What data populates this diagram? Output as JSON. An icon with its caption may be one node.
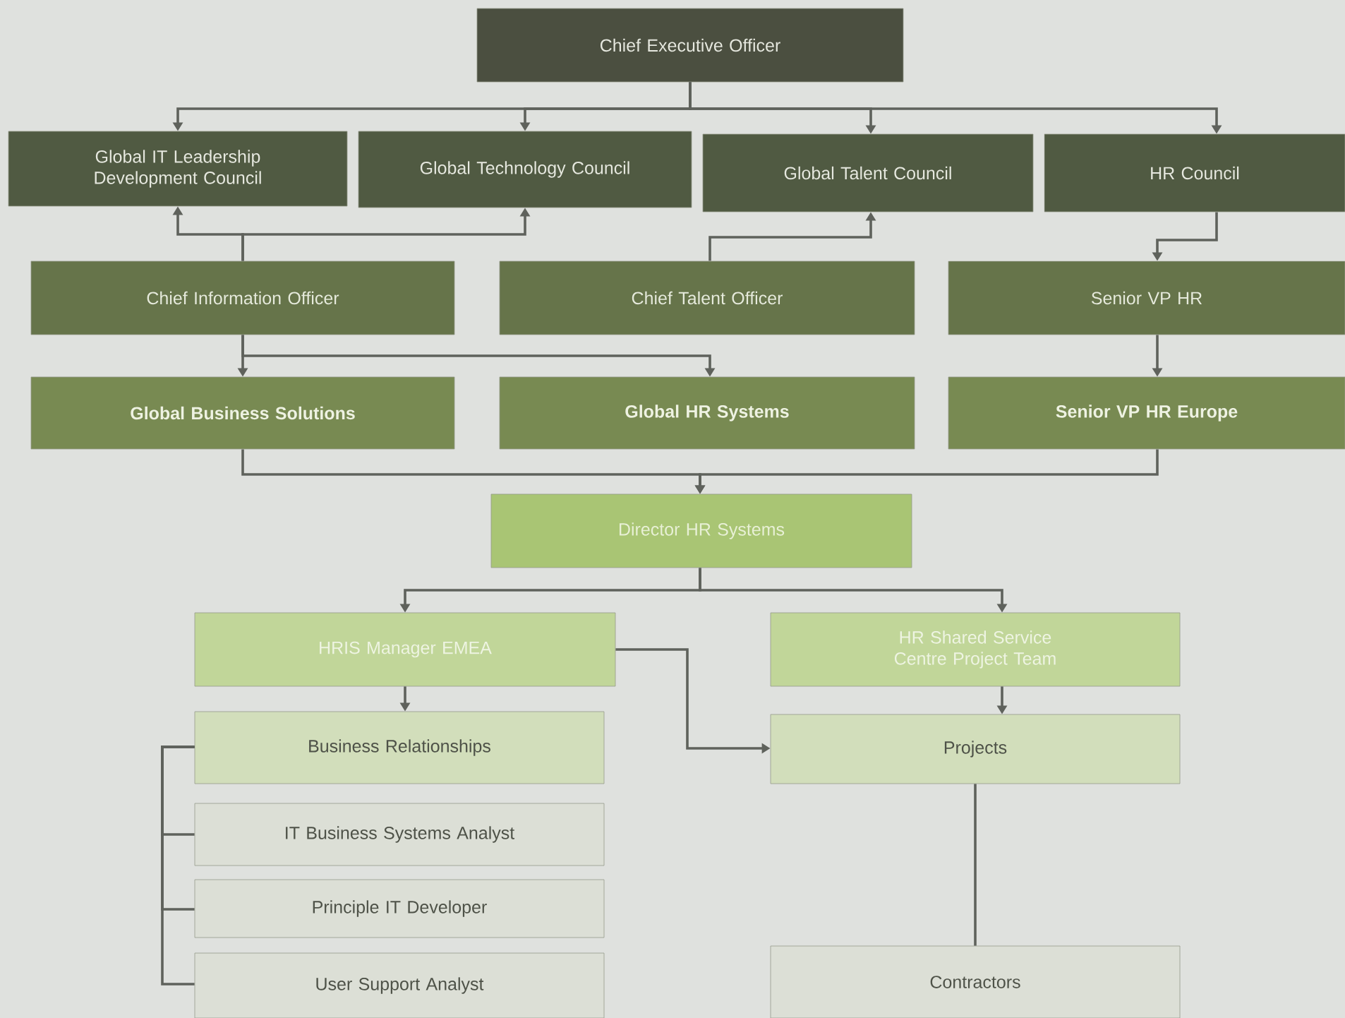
{
  "diagram": {
    "nodes": [
      {
        "text": [
          "Chief  Executive Officer"
        ]
      },
      {
        "text": [
          "Global IT Leadership Development Council"
        ]
      },
      {
        "text": [
          "Global Technology Council"
        ]
      },
      {
        "text": [
          "Global Talent Council"
        ]
      },
      {
        "text": [
          "HR Council"
        ]
      },
      {
        "text": [
          "Chief Information Officer"
        ]
      },
      {
        "text": [
          "Chief Talent Officer"
        ]
      },
      {
        "text": [
          "Senior VP HR"
        ]
      },
      {
        "text": [
          "Global Business Solutions"
        ]
      },
      {
        "text": [
          "Global HR Systems"
        ]
      },
      {
        "text": [
          "Senior VP HR Europe"
        ]
      },
      {
        "text": [
          "Director HR Systems"
        ]
      },
      {
        "text": [
          "HRIS Manager EMEA"
        ]
      },
      {
        "text": [
          "HR Shared Service Centre Project Team"
        ]
      },
      {
        "text": [
          "Business Relationships"
        ]
      },
      {
        "text": [
          "IT Business Systems Analyst"
        ]
      },
      {
        "text": [
          "Principle IT Developer"
        ]
      },
      {
        "text": [
          "User Support Analyst"
        ]
      },
      {
        "text": [
          "Projects"
        ]
      },
      {
        "text": [
          "Contractors"
        ]
      }
    ],
    "edges": [
      {
        "from": 0,
        "to": 1,
        "arrow": "to"
      },
      {
        "from": 0,
        "to": 2,
        "arrow": "to"
      },
      {
        "from": 0,
        "to": 3,
        "arrow": "to"
      },
      {
        "from": 0,
        "to": 4,
        "arrow": "to"
      },
      {
        "from": 5,
        "to": 1,
        "arrow": "to"
      },
      {
        "from": 5,
        "to": 2,
        "arrow": "to"
      },
      {
        "from": 6,
        "to": 3,
        "arrow": "to"
      },
      {
        "from": 4,
        "to": 7,
        "arrow": "to"
      },
      {
        "from": 5,
        "to": 8,
        "arrow": "to"
      },
      {
        "from": 5,
        "to": 9,
        "arrow": "to"
      },
      {
        "from": 7,
        "to": 10,
        "arrow": "to"
      },
      {
        "from": 8,
        "to": 11,
        "arrow": "to"
      },
      {
        "from": 10,
        "to": 11,
        "arrow": "to"
      },
      {
        "from": 11,
        "to": 12,
        "arrow": "to"
      },
      {
        "from": 11,
        "to": 13,
        "arrow": "to"
      },
      {
        "from": 12,
        "to": 14,
        "arrow": "to"
      },
      {
        "from": 12,
        "to": 18,
        "arrow": "to"
      },
      {
        "from": 13,
        "to": 18,
        "arrow": "to"
      },
      {
        "from": 14,
        "to": 15,
        "arrow": "none"
      },
      {
        "from": 14,
        "to": 16,
        "arrow": "none"
      },
      {
        "from": 14,
        "to": 17,
        "arrow": "none"
      },
      {
        "from": 18,
        "to": 19,
        "arrow": "none"
      }
    ]
  }
}
